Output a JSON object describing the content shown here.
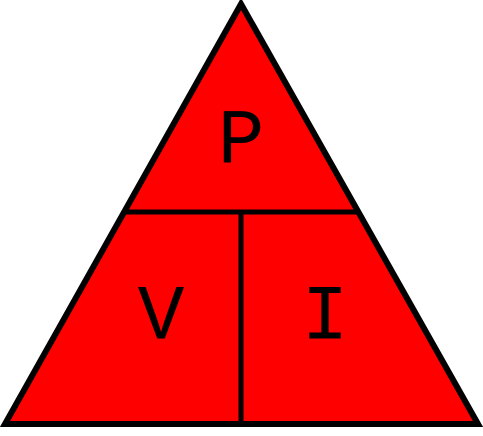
{
  "diagram": {
    "top_label": "P",
    "bottom_left_label": "V",
    "bottom_right_label": "I"
  },
  "colors": {
    "fill": "#ff0000",
    "stroke": "#000000",
    "background": "#ffffff"
  }
}
